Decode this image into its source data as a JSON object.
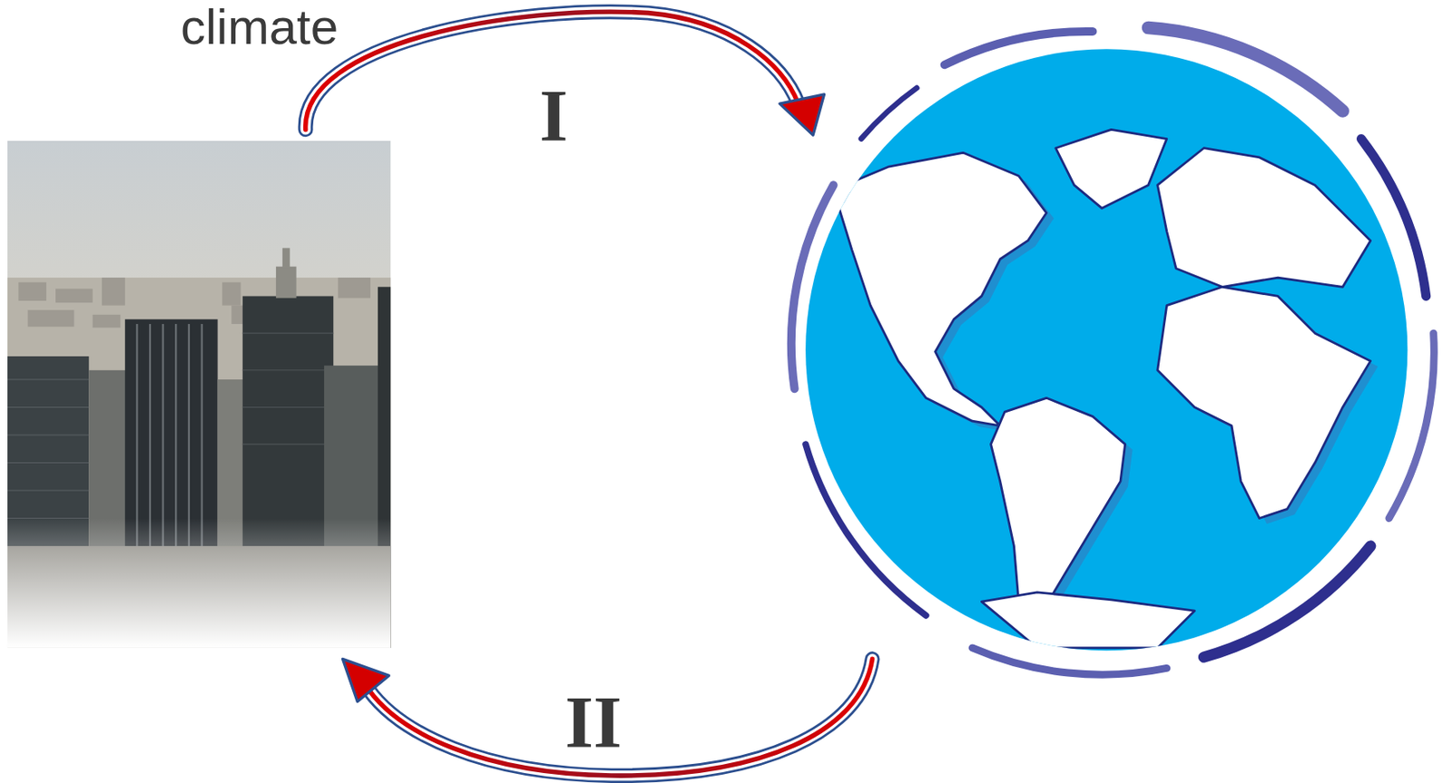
{
  "diagram": {
    "labels": [
      "climate",
      "I",
      "II"
    ]
  }
}
